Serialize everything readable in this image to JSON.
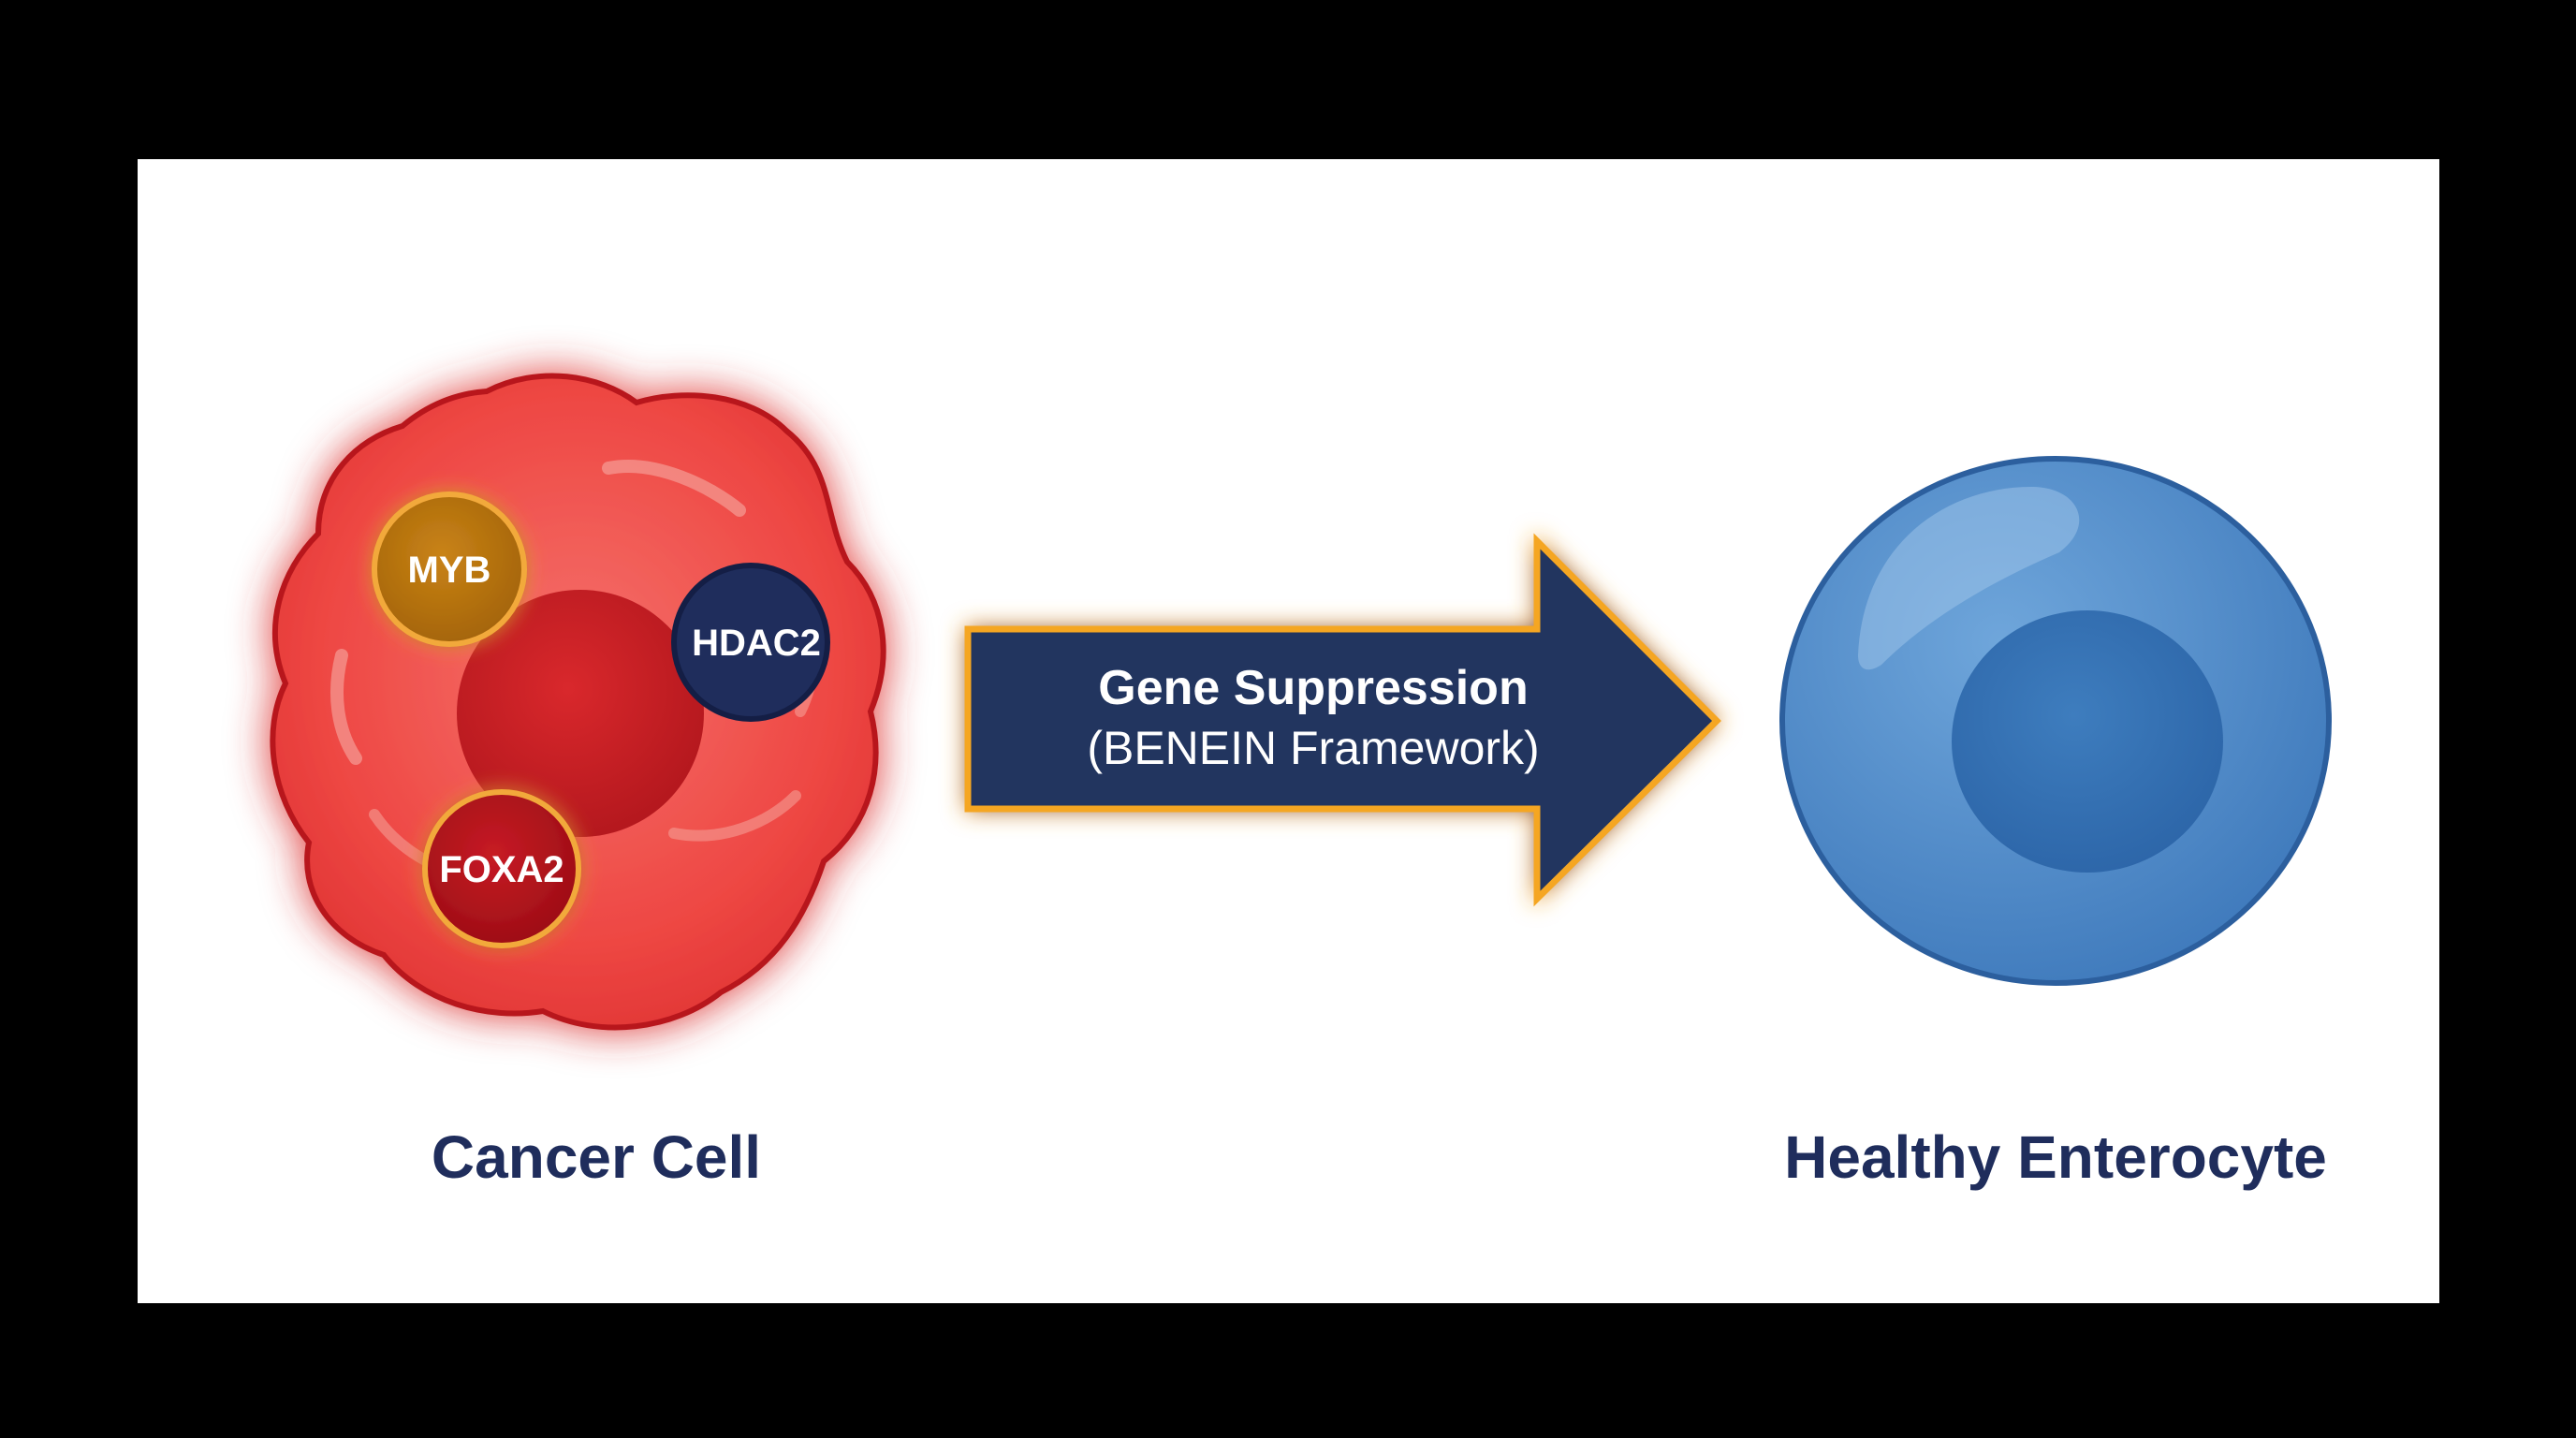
{
  "cancer_cell": {
    "label": "Cancer Cell",
    "markers": [
      {
        "id": "myb",
        "label": "MYB",
        "color": "#B8730E"
      },
      {
        "id": "hdac2",
        "label": "HDAC2",
        "color": "#1F2D5C"
      },
      {
        "id": "foxa2",
        "label": "FOXA2",
        "color": "#B3111C"
      }
    ],
    "color": "#EC3A3A"
  },
  "process_arrow": {
    "title": "Gene Suppression",
    "subtitle": "(BENEIN Framework)",
    "fill_color": "#22345F",
    "glow_color": "#F5A623"
  },
  "healthy_cell": {
    "label": "Healthy Enterocyte",
    "color": "#4F8BC9"
  },
  "caption_color": "#1F2D5C"
}
